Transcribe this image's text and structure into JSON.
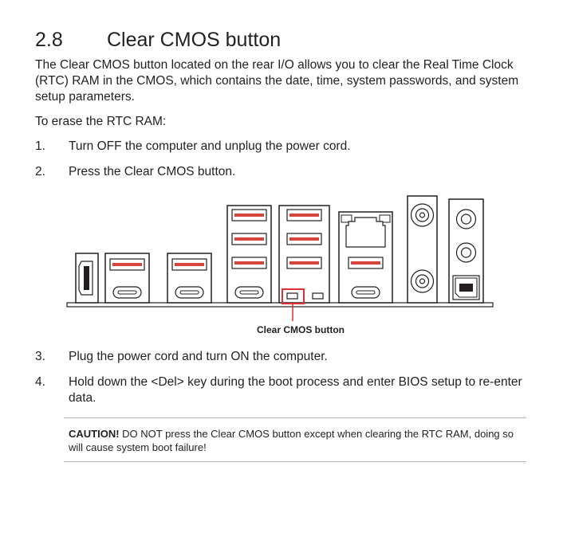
{
  "section": {
    "number": "2.8",
    "title": "Clear CMOS button"
  },
  "intro": "The Clear CMOS button located on the rear I/O allows you to clear the Real Time Clock (RTC) RAM in the CMOS, which contains the date, time, system passwords, and system setup parameters.",
  "erase_label": "To erase the RTC RAM:",
  "steps": [
    {
      "num": "1.",
      "text": "Turn OFF the computer and unplug the power cord."
    },
    {
      "num": "2.",
      "text": "Press the Clear CMOS button."
    },
    {
      "num": "3.",
      "text": "Plug the power cord and turn ON the computer."
    },
    {
      "num": "4.",
      "text": "Hold down the <Del> key during the boot process and enter BIOS setup to re-enter data."
    }
  ],
  "diagram": {
    "callout": "Clear CMOS button",
    "highlight_color": "#e03131",
    "usb_color": "#d6453d"
  },
  "note": {
    "label": "CAUTION!",
    "text": " DO NOT press the Clear CMOS button except when clearing the RTC RAM, doing so will cause system boot failure!"
  }
}
